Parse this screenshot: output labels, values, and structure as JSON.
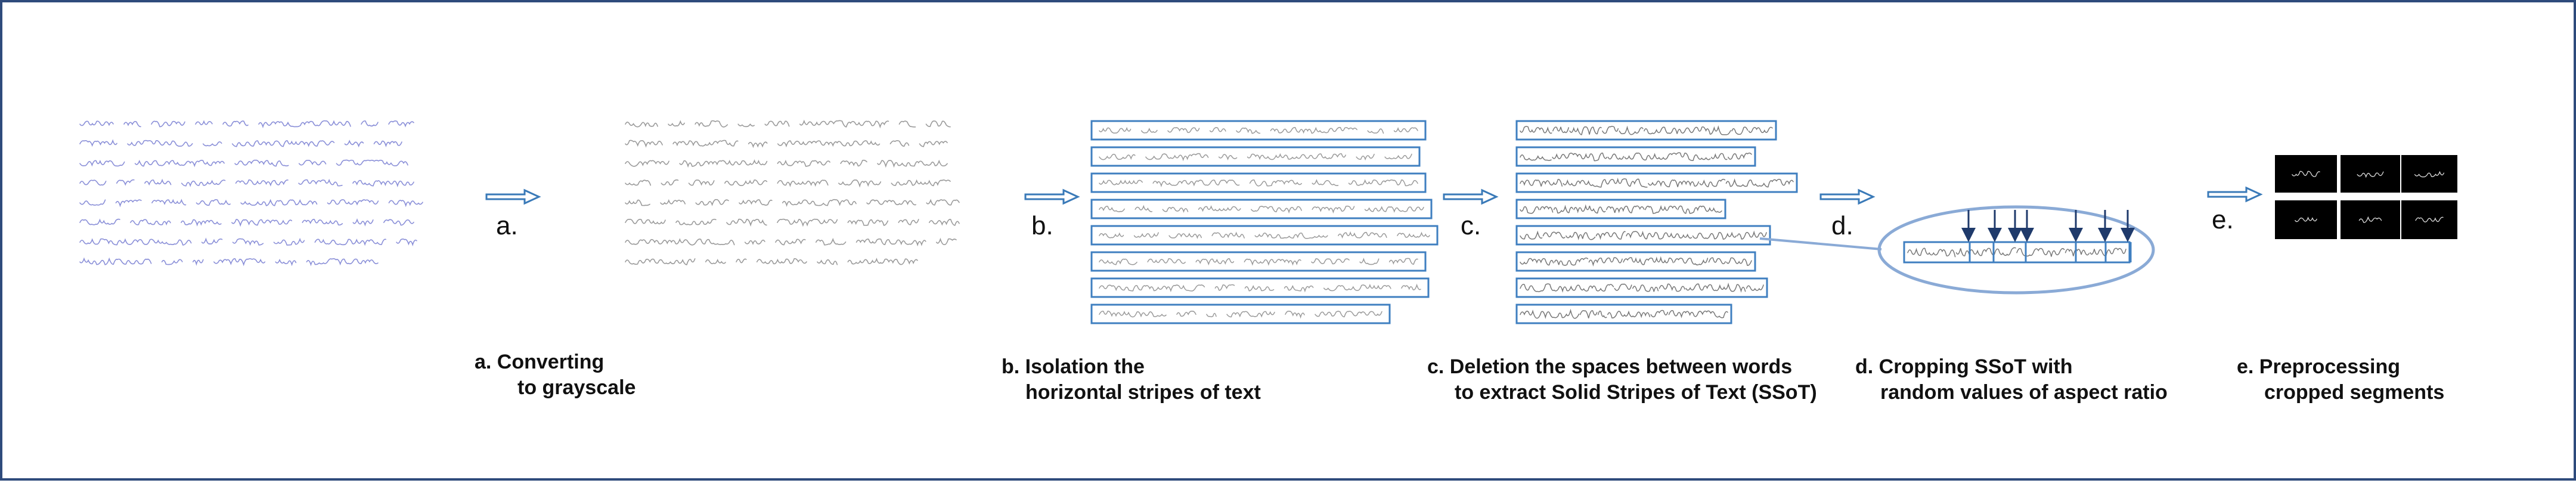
{
  "steps": [
    {
      "marker": "a.",
      "caption_line1": "a.    Converting",
      "caption_line2": "to grayscale"
    },
    {
      "marker": "b.",
      "caption_line1": "b. Isolation the",
      "caption_line2": "horizontal stripes of text"
    },
    {
      "marker": "c.",
      "caption_line1": "c. Deletion the spaces between words",
      "caption_line2": "to extract Solid Stripes of Text (SSoT)"
    },
    {
      "marker": "d.",
      "caption_line1": "d. Cropping SSoT with",
      "caption_line2": "random values of aspect ratio"
    },
    {
      "marker": "e.",
      "caption_line1": "e. Preprocessing",
      "caption_line2": "cropped segments"
    }
  ],
  "handwriting_lines": [
    "When we look to the individuals of the",
    "same variety or sub-variety of our",
    "older cultivated plants and animals,",
    "one of the first points which strikes",
    "us, is, that they generally differ much",
    "more from each other, than do the",
    "individuals of any one species or",
    "variety in a state of nature."
  ],
  "colors": {
    "border": "#2f4b7c",
    "handwriting_color": "#8a8fd8",
    "handwriting_gray": "#9a9a9a",
    "box_stroke": "#3f7fc0",
    "ellipse_stroke": "#8aaad6",
    "arrow_fill": "#1f3a6b",
    "arrow_outline": "#3a7ab8",
    "segment_bg": "#000000"
  }
}
